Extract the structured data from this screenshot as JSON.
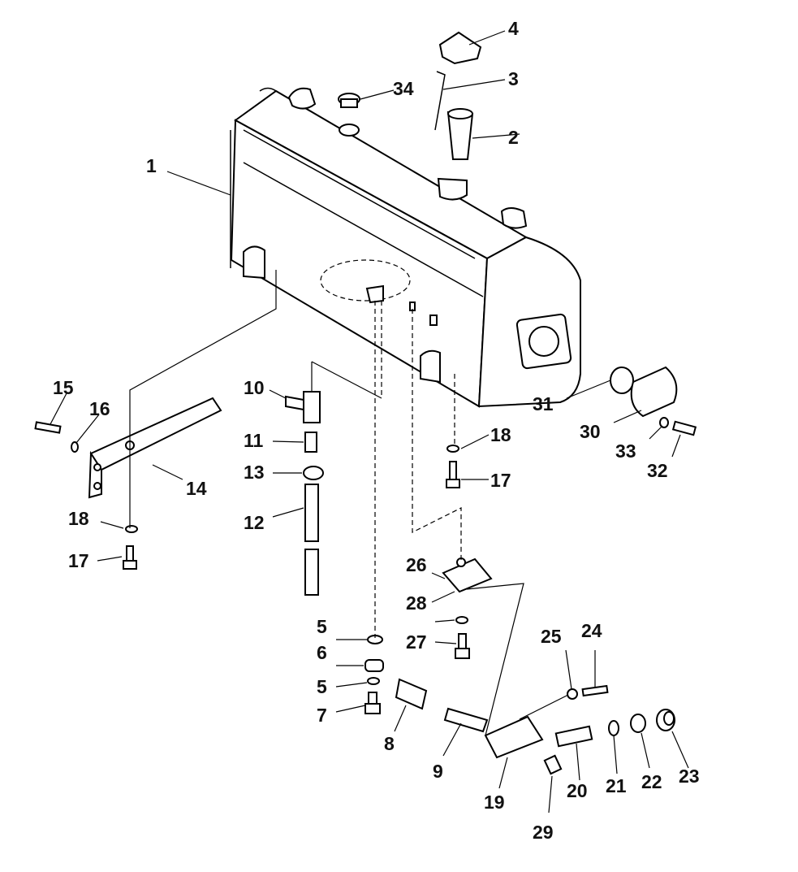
{
  "diagram": {
    "colors": {
      "line": "#000000",
      "background": "#ffffff"
    },
    "callouts": [
      {
        "id": "c1",
        "text": "1"
      },
      {
        "id": "c2",
        "text": "2"
      },
      {
        "id": "c3",
        "text": "3"
      },
      {
        "id": "c4",
        "text": "4"
      },
      {
        "id": "c5a",
        "text": "5"
      },
      {
        "id": "c5b",
        "text": "5"
      },
      {
        "id": "c6",
        "text": "6"
      },
      {
        "id": "c7",
        "text": "7"
      },
      {
        "id": "c8",
        "text": "8"
      },
      {
        "id": "c9",
        "text": "9"
      },
      {
        "id": "c10",
        "text": "10"
      },
      {
        "id": "c11",
        "text": "11"
      },
      {
        "id": "c12",
        "text": "12"
      },
      {
        "id": "c13",
        "text": "13"
      },
      {
        "id": "c14",
        "text": "14"
      },
      {
        "id": "c15",
        "text": "15"
      },
      {
        "id": "c16",
        "text": "16"
      },
      {
        "id": "c17a",
        "text": "17"
      },
      {
        "id": "c17b",
        "text": "17"
      },
      {
        "id": "c18a",
        "text": "18"
      },
      {
        "id": "c18b",
        "text": "18"
      },
      {
        "id": "c19",
        "text": "19"
      },
      {
        "id": "c20",
        "text": "20"
      },
      {
        "id": "c21",
        "text": "21"
      },
      {
        "id": "c22",
        "text": "22"
      },
      {
        "id": "c23",
        "text": "23"
      },
      {
        "id": "c24",
        "text": "24"
      },
      {
        "id": "c25",
        "text": "25"
      },
      {
        "id": "c26",
        "text": "26"
      },
      {
        "id": "c27",
        "text": "27"
      },
      {
        "id": "c28",
        "text": "28"
      },
      {
        "id": "c29",
        "text": "29"
      },
      {
        "id": "c30",
        "text": "30"
      },
      {
        "id": "c31",
        "text": "31"
      },
      {
        "id": "c32",
        "text": "32"
      },
      {
        "id": "c33",
        "text": "33"
      },
      {
        "id": "c34",
        "text": "34"
      }
    ]
  }
}
